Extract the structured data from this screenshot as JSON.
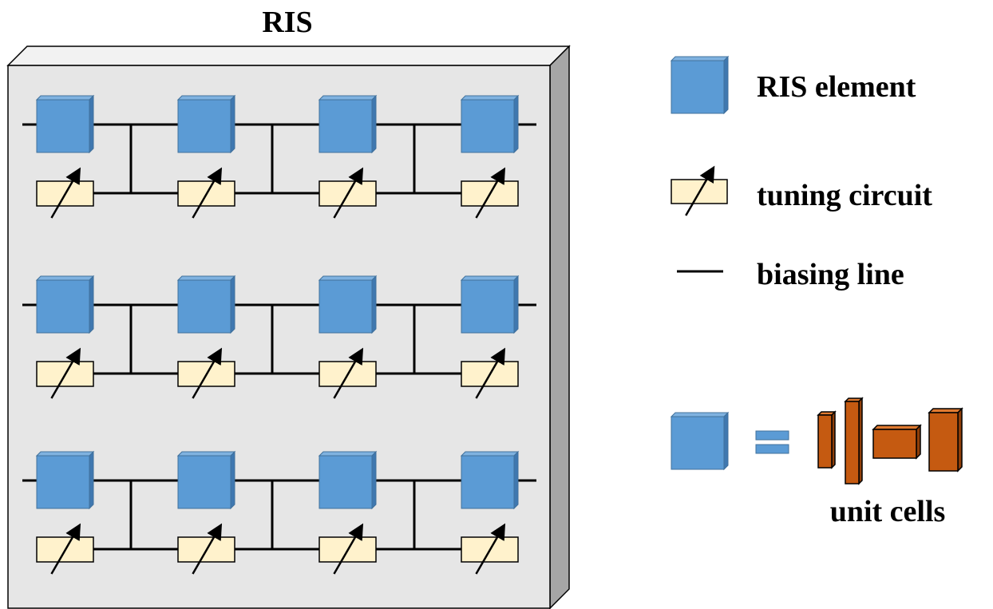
{
  "title": "RIS",
  "layout": {
    "rows": 3,
    "cols": 4
  },
  "legend": {
    "element_label": "RIS element",
    "tuning_label": "tuning circuit",
    "biasing_label": "biasing line",
    "equals": "=",
    "unit_cells_label": "unit cells"
  },
  "colors": {
    "element_front": "#5b9bd5",
    "element_top": "#7fb2e0",
    "element_side": "#3f78b0",
    "element_stroke": "#41719c",
    "tuning_fill": "#fff2cc",
    "panel_front": "#e6e6e6",
    "panel_top": "#f2f2f2",
    "panel_side": "#a6a6a6",
    "unit_cell_front": "#c55a11",
    "unit_cell_top": "#e07a30",
    "unit_cell_side": "#8f3f0a"
  }
}
